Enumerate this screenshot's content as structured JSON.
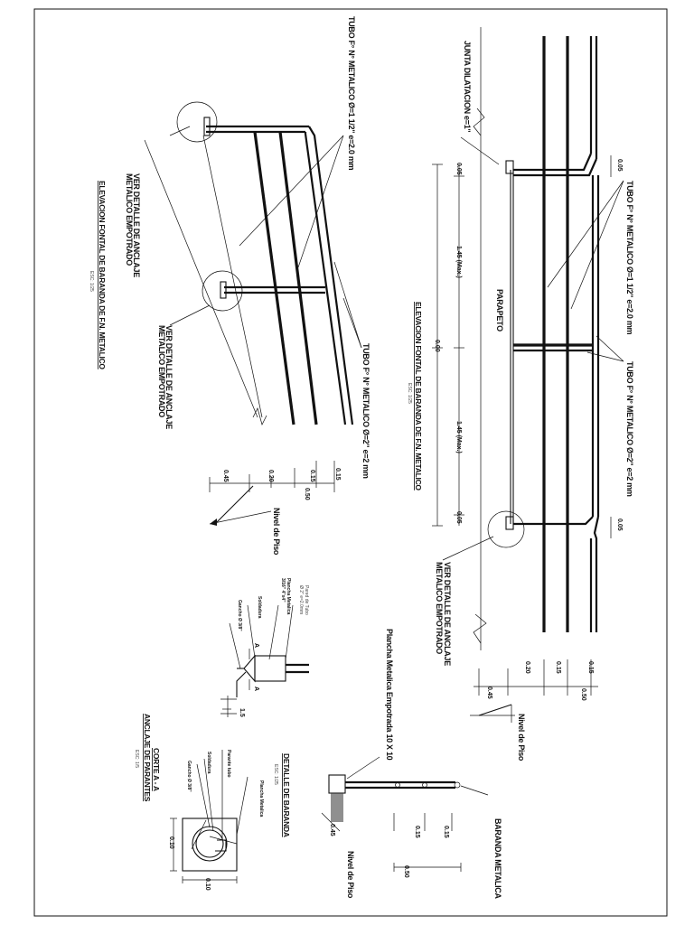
{
  "drawing": {
    "colors": {
      "line": "#111111",
      "paper": "#ffffff",
      "hatch": "#333333"
    },
    "view1": {
      "title": "ELEVACION FONTAL DE BARANDA DE F.N. METALICO",
      "scale": "ESC: 1/25",
      "labels": {
        "tube_top": "TUBO F° N° METALICO Ø=1 1/2\" e=2.0 mm",
        "tube_bottom": "TUBO F° N° METALICO Ø=2\" e=2 mm",
        "embed_1": "METALICO EMPOTRADO",
        "embed_1b": "VER DETALLE DE ANCLAJE",
        "embed_2": "METALICO EMPOTRADO",
        "embed_2b": "VER DETALLE DE ANCLAJE",
        "nivel_piso": "Nivel de Piso"
      },
      "dims": {
        "d1": "0.15",
        "d2": "0.15",
        "d3": "0.20",
        "d4": "0.45",
        "d5": "0.50"
      }
    },
    "view2": {
      "title": "ELEVACION FONTAL DE BARANDA DE F.N. METALICO",
      "scale": "ESC: 1/25",
      "labels": {
        "junta": "JUNTA DILATACION e=1\"",
        "parapeto": "PARAPETO",
        "tube_top": "TUBO F° N° METALICO Ø=1 1/2\" e=2.0 mm",
        "tube_bottom": "TUBO F° N° METALICO Ø=2\" e=2 mm",
        "embed": "METALICO EMPOTRADO",
        "embed_b": "VER DETALLE DE ANCLAJE",
        "nivel_piso": "Nivel de Piso"
      },
      "dims": {
        "total": "0.00",
        "span1": "1.45 (Max.)",
        "span2": "1.45 (Max.)",
        "end1": "0.05",
        "end2": "0.05",
        "end3": "0.05",
        "end4": "0.05",
        "v1": "0.15",
        "v2": "0.15",
        "v3": "0.20",
        "v4": "0.45",
        "v5": "0.50"
      }
    },
    "anchor_side": {
      "labels": {
        "pared_tubo": "Pared de Tubo",
        "pared_tubo2": "Ø 2\" e=2.0mm",
        "plancha": "Plancha Metalica",
        "plancha2": "3/16\" 4\"x4\"",
        "soldadura": "Soldadura",
        "gancho": "Gancho Ø 3/8\"",
        "cut_a1": "A",
        "cut_a2": "A",
        "plancha_emp": "Plancha Metalica Empotrada 10 X 10"
      },
      "dims": {
        "d1": "1.5"
      }
    },
    "anchor_plan": {
      "title": "CORTE A - A",
      "title2": "ANCLAJE DE PARANTES",
      "scale": "ESC: 1/5",
      "labels": {
        "parante": "Parante tubo",
        "soldadura": "Soldadura",
        "gancho": "Gancho Ø 3/8\"",
        "plancha": "Plancha Metalica"
      },
      "dims": {
        "w": "0.10",
        "h": "0.10"
      }
    },
    "baranda_detail": {
      "title": "DETALLE DE BARANDA",
      "scale": "ESC: 1/25",
      "labels": {
        "baranda": "BARANDA METALICA",
        "nivel_piso": "Nivel de Piso"
      },
      "dims": {
        "d1": "0.15",
        "d2": "0.15",
        "d3": "0.50",
        "d4": "0.45"
      }
    }
  }
}
